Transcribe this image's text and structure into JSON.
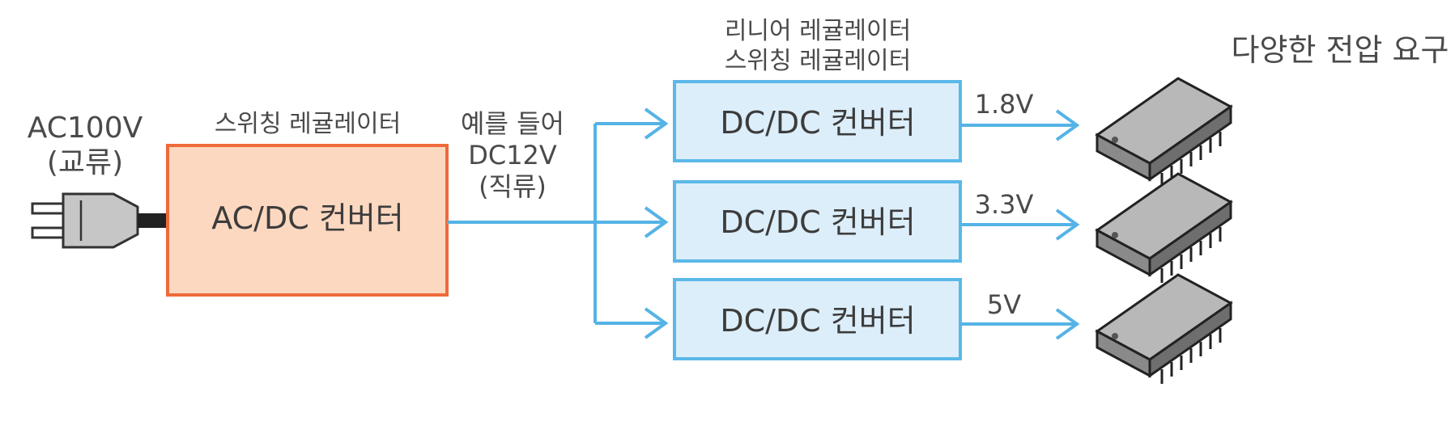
{
  "colors": {
    "ac_box_fill": "#fdd8c0",
    "ac_box_stroke": "#ee6a3a",
    "dc_box_fill": "#dceefa",
    "dc_box_stroke": "#5bb8e8",
    "arrow": "#55b3e6",
    "text": "#444444"
  },
  "input": {
    "voltage": "AC100V",
    "type": "(교류)",
    "icon": "power-plug-icon"
  },
  "ac_dc": {
    "caption": "스위칭 레귤레이터",
    "label": "AC/DC 컨버터"
  },
  "intermediate": {
    "line1": "예를 들어",
    "line2": "DC12V",
    "line3": "(직류)"
  },
  "dc_dc": {
    "caption_line1": "리니어 레귤레이터",
    "caption_line2": "스위칭 레귤레이터",
    "converters": [
      {
        "label": "DC/DC 컨버터",
        "output": "1.8V"
      },
      {
        "label": "DC/DC 컨버터",
        "output": "3.3V"
      },
      {
        "label": "DC/DC 컨버터",
        "output": "5V"
      }
    ]
  },
  "loads": {
    "caption": "다양한 전압 요구",
    "icon": "ic-chip-icon"
  }
}
